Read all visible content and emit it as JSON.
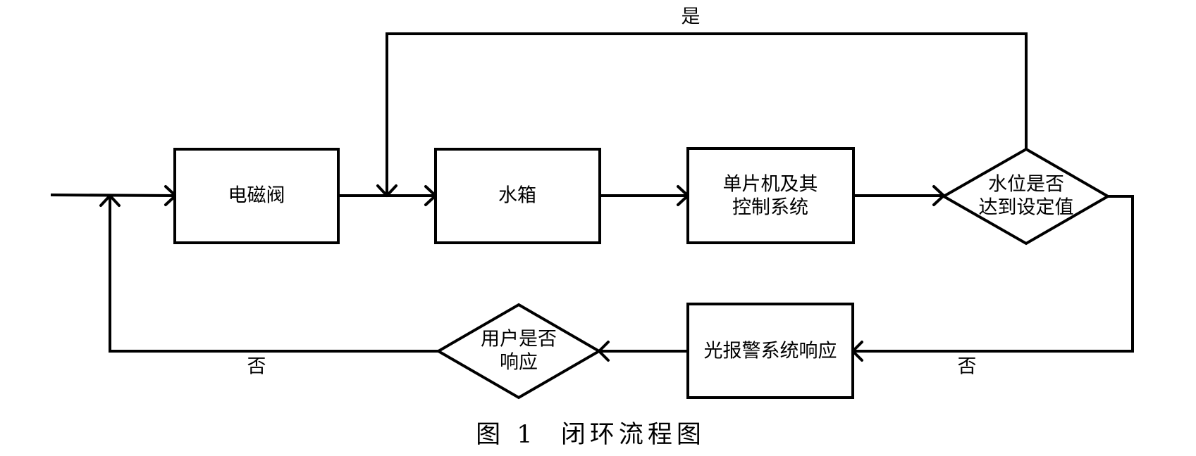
{
  "nodes": {
    "valve": "电磁阀",
    "tank": "水箱",
    "mcu_line1": "单片机及其",
    "mcu_line2": "控制系统",
    "check_line1": "水位是否",
    "check_line2": "达到设定值",
    "alarm": "光报警系统响应",
    "user_line1": "用户是否",
    "user_line2": "响应"
  },
  "edge_labels": {
    "yes_top": "是",
    "no_right": "否",
    "no_left": "否"
  },
  "caption": "图 1  闭环流程图"
}
